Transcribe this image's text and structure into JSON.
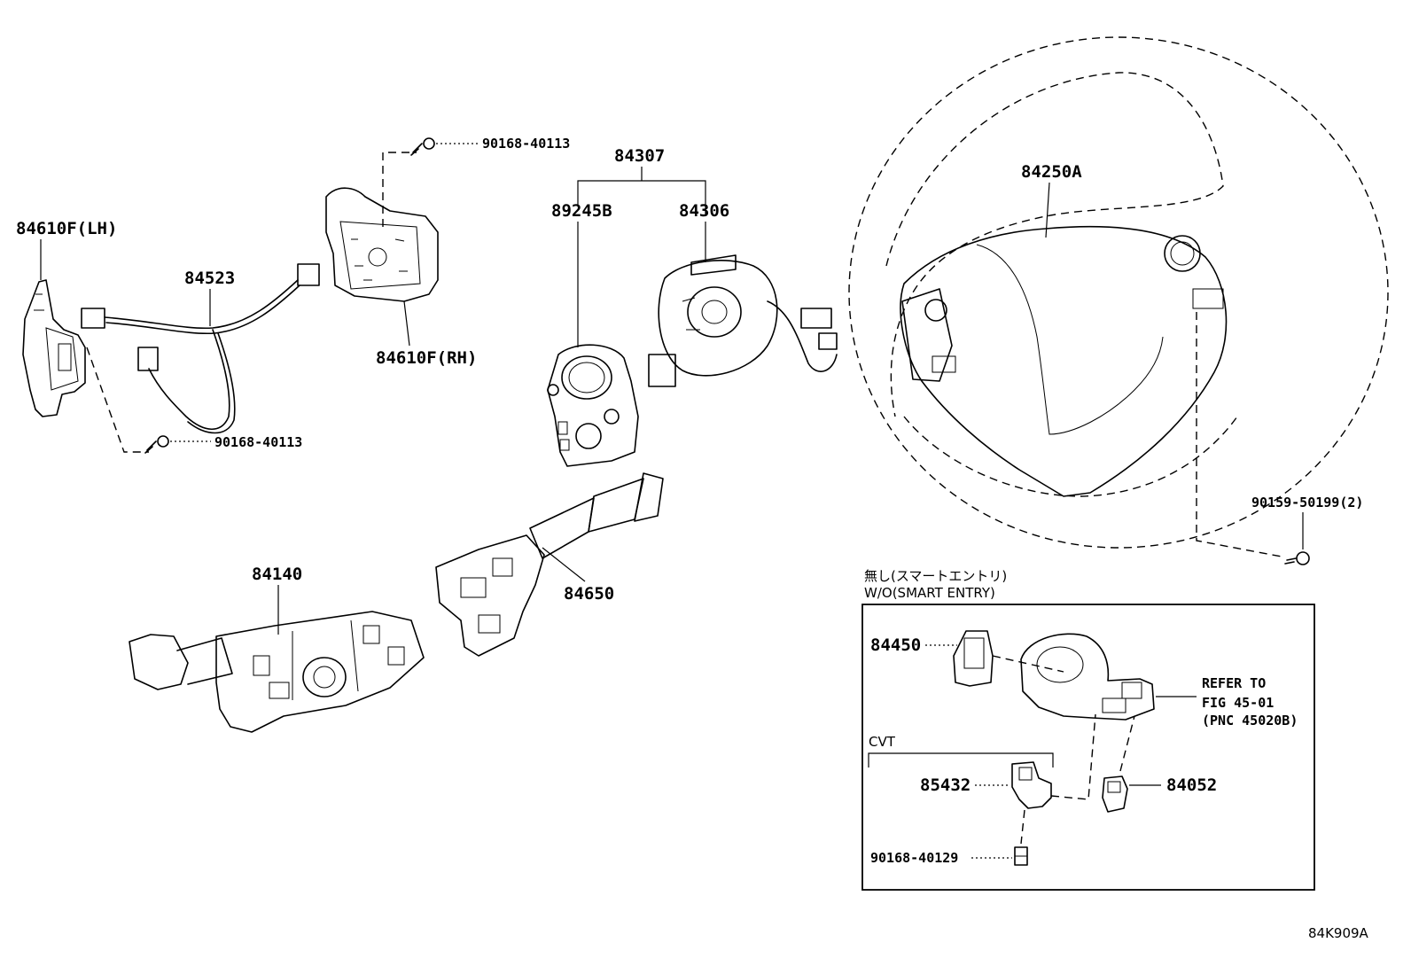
{
  "diagram_id": "84K909A",
  "labels": {
    "p84610f_lh": "84610F(LH)",
    "p84523": "84523",
    "p90168_40113_top": "90168-40113",
    "p84610f_rh": "84610F(RH)",
    "p90168_40113_bottom": "90168-40113",
    "p84307": "84307",
    "p89245b": "89245B",
    "p84306": "84306",
    "p84250a": "84250A",
    "p90159_50199": "90159-50199(2)",
    "p84140": "84140",
    "p84650": "84650"
  },
  "inset": {
    "title_jp": "無し(スマートエントリ)",
    "title_en": "W/O(SMART ENTRY)",
    "p84450": "84450",
    "refer_line1": "REFER TO",
    "refer_line2": "FIG 45-01",
    "refer_line3": "(PNC 45020B)",
    "cvt": "CVT",
    "p85432": "85432",
    "p84052": "84052",
    "p90168_40129": "90168-40129"
  }
}
